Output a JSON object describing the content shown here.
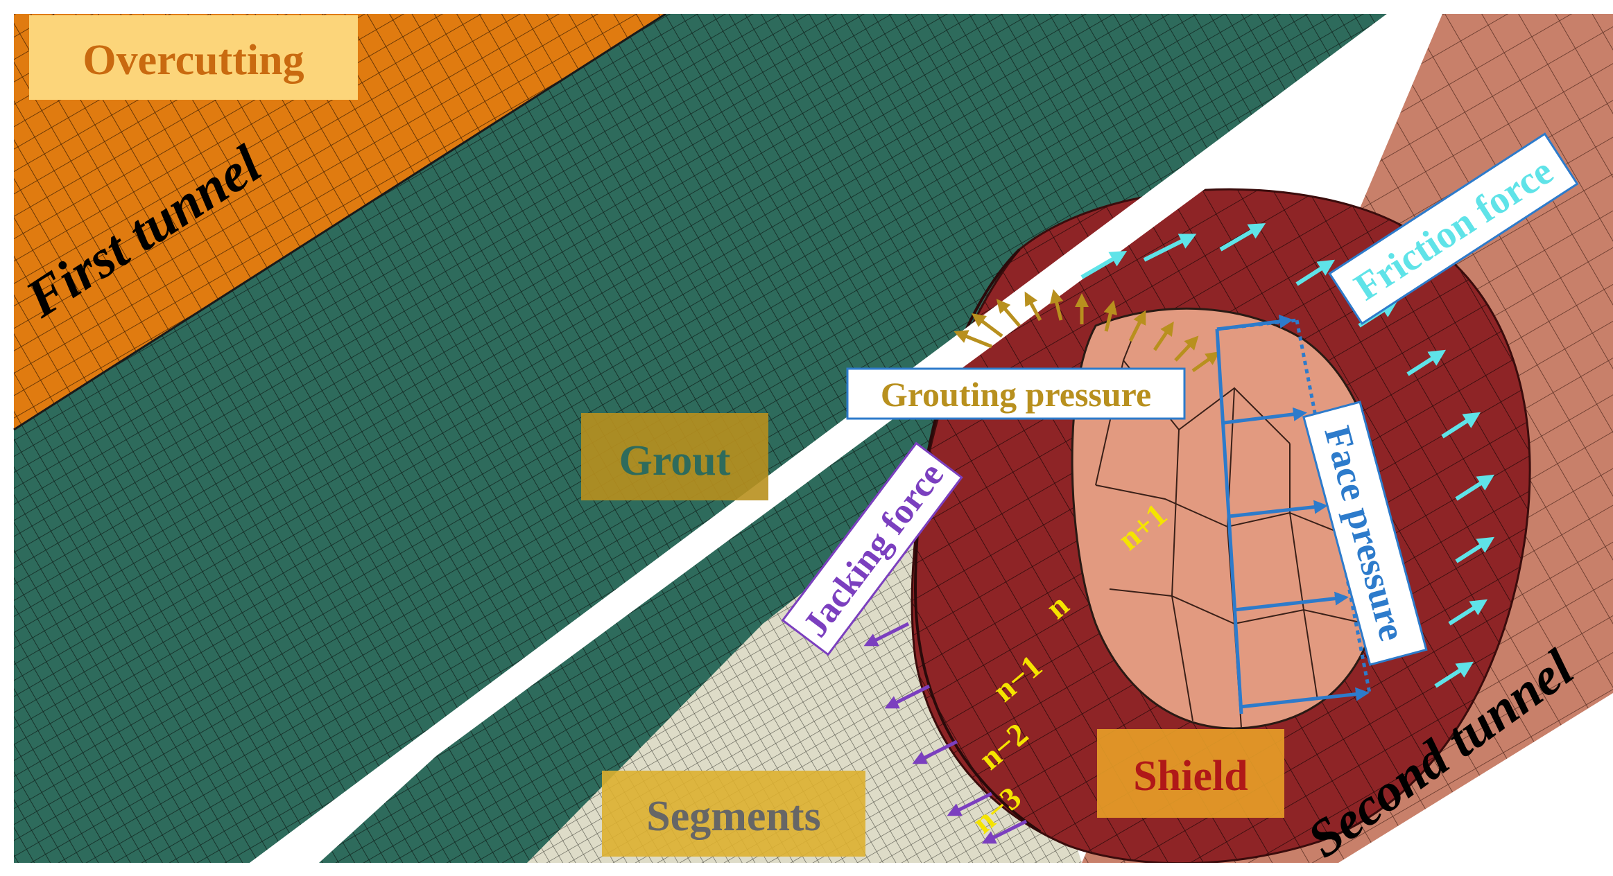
{
  "labels": {
    "overcutting": "Overcutting",
    "first_tunnel": "First tunnel",
    "grout": "Grout",
    "friction_force": "Friction force",
    "grouting_pressure": "Grouting pressure",
    "face_pressure": "Face pressure",
    "jacking_force": "Jacking force",
    "ring_n_plus_1": "n+1",
    "ring_n": "n",
    "ring_n_minus_1": "n−1",
    "ring_n_minus_2": "n−2",
    "ring_n_minus_3": "n−3",
    "shield": "Shield",
    "segments": "Segments",
    "second_tunnel": "Second tunnel"
  },
  "colors": {
    "overcutting": "#E07B10",
    "overcutting_label_bg": "#FCD57A",
    "overcutting_label_text": "#C96A10",
    "grout": "#2E6B5C",
    "grout_label_bg": "#B8901E",
    "grout_label_text": "#2E6B5C",
    "soil": "#C8806A",
    "shield": "#8E2426",
    "shield_label_bg": "#E8A028",
    "shield_label_text": "#B01818",
    "segments": "#DEDCC8",
    "segments_label_bg": "#DDB030",
    "segments_label_text": "#666666",
    "face": "#E29A80",
    "friction_arrow": "#5FE3E8",
    "grouting_arrow": "#B8901E",
    "face_arrow": "#2D7BCB",
    "jacking_arrow": "#7B3FBF",
    "ring_numbers": "#F5E400",
    "mesh_line": "#1A1A1A"
  }
}
